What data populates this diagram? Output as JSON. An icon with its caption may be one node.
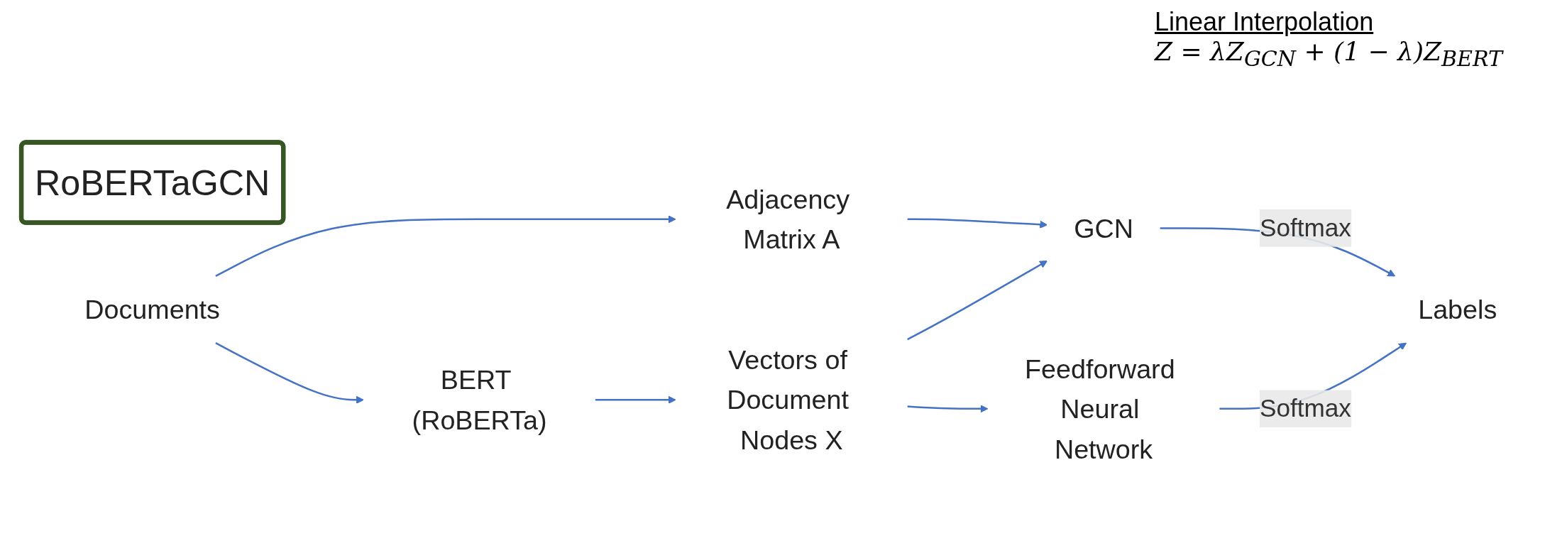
{
  "diagram": {
    "nodes": [
      {
        "text": [
          "RoBERTaGCN"
        ]
      },
      {
        "text": [
          "Documents"
        ]
      },
      {
        "text": [
          "Adjacency Matrix A"
        ]
      },
      {
        "text": [
          "GCN"
        ]
      },
      {
        "text": [
          "Labels"
        ]
      },
      {
        "text": [
          "BERT (RoBERTa)"
        ]
      },
      {
        "text": [
          "Vectors of Document Nodes X"
        ]
      },
      {
        "text": [
          "Feedforward Neural Network"
        ]
      }
    ],
    "edges": [
      {
        "from": 1,
        "to": 2,
        "arrow": "to"
      },
      {
        "from": 2,
        "to": 3,
        "arrow": "to"
      },
      {
        "from": 3,
        "to": 4,
        "arrow": "to",
        "label": "Softmax"
      },
      {
        "from": 1,
        "to": 5,
        "arrow": "to"
      },
      {
        "from": 5,
        "to": 6,
        "arrow": "to"
      },
      {
        "from": 6,
        "to": 3,
        "arrow": "to"
      },
      {
        "from": 6,
        "to": 7,
        "arrow": "to"
      },
      {
        "from": 7,
        "to": 4,
        "arrow": "to",
        "label": "Softmax"
      }
    ],
    "labels": [
      "Linear Interpolation",
      "Z = λZ$_{GCN}$ + (1 − λ)Z$_{BERT}$"
    ]
  }
}
